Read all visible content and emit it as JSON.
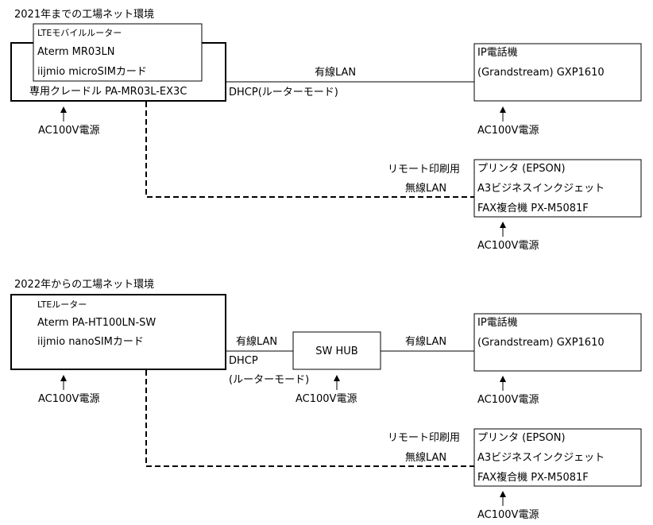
{
  "top": {
    "title": "2021年までの工場ネット環境",
    "router": {
      "sub_label": "LTEモバイルルーター",
      "model": "Aterm MR03LN",
      "sim": "iijmio microSIMカード",
      "cradle": "専用クレードル PA-MR03L-EX3C"
    },
    "router_power": "AC100V電源",
    "wired_label": "有線LAN",
    "dhcp_label": "DHCP(ルーターモード)",
    "phone": {
      "line1": "IP電話機",
      "line2": "(Grandstream) GXP1610"
    },
    "phone_power": "AC100V電源",
    "printer": {
      "line1": "プリンタ (EPSON)",
      "line2": "A3ビジネスインクジェット",
      "line3": "FAX複合機 PX-M5081F"
    },
    "printer_power": "AC100V電源",
    "remote_label": "リモート印刷用",
    "wireless_label": "無線LAN"
  },
  "bottom": {
    "title": "2022年からの工場ネット環境",
    "router": {
      "sub_label": "LTEルーター",
      "model": "Aterm PA-HT100LN-SW",
      "sim": "iijmio nanoSIMカード"
    },
    "router_power": "AC100V電源",
    "wired_label_1": "有線LAN",
    "dhcp_line1": "DHCP",
    "dhcp_line2": "(ルーターモード)",
    "hub": "SW HUB",
    "hub_power": "AC100V電源",
    "wired_label_2": "有線LAN",
    "phone": {
      "line1": "IP電話機",
      "line2": "(Grandstream) GXP1610"
    },
    "phone_power": "AC100V電源",
    "printer": {
      "line1": "プリンタ (EPSON)",
      "line2": "A3ビジネスインクジェット",
      "line3": "FAX複合機 PX-M5081F"
    },
    "printer_power": "AC100V電源",
    "remote_label": "リモート印刷用",
    "wireless_label": "無線LAN"
  }
}
